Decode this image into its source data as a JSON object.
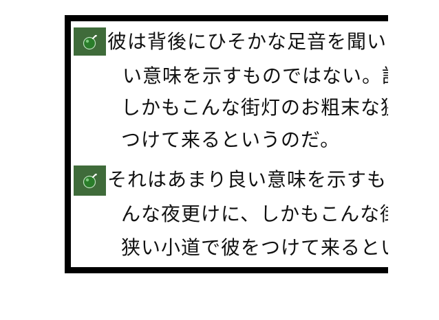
{
  "panel": {
    "entries": [
      {
        "icon": "bomb-icon",
        "lines": [
          "彼は背後にひそかな足音を聞いた。それはあまり良",
          "い意味を示すものではない。誰がこんな夜更けに、",
          "しかもこんな街灯のお粗末な狭い小道で彼を",
          "つけて来るというのだ。"
        ]
      },
      {
        "icon": "bomb-icon",
        "lines": [
          "それはあまり良い意味を示すものではない。誰がこ",
          "んな夜更けに、しかもこんな街灯のお粗末な",
          "狭い小道で彼をつけて来るというのだ。"
        ]
      }
    ]
  },
  "colors": {
    "bullet_bg": "#3f6b3a",
    "icon_fill": "#2a7d2a",
    "frame": "#000000"
  }
}
